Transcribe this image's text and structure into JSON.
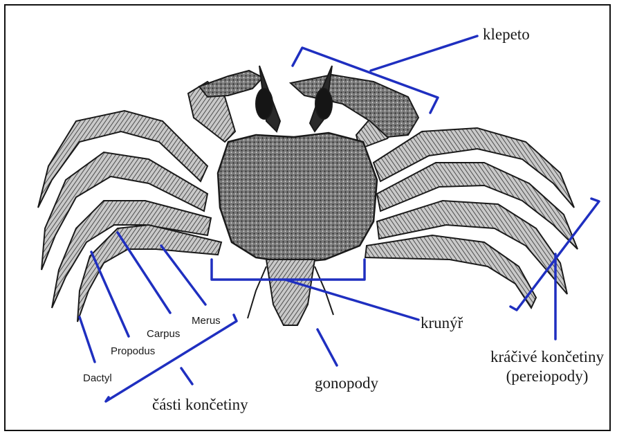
{
  "colors": {
    "annotation": "#1f2fc0",
    "ink": "#1a1a1a",
    "carapace": "#6a6a6a",
    "leg": "#8a8a8a",
    "background": "#ffffff"
  },
  "labels": {
    "klepeto": "klepeto",
    "krunyr": "krunýř",
    "kracive_line1": "kráčivé končetiny",
    "kracive_line2": "(pereiopody)",
    "gonopody": "gonopody",
    "casti": "části končetiny",
    "merus": "Merus",
    "carpus": "Carpus",
    "propodus": "Propodus",
    "dactyl": "Dactyl"
  },
  "illustration": {
    "subject": "crab-line-drawing"
  }
}
